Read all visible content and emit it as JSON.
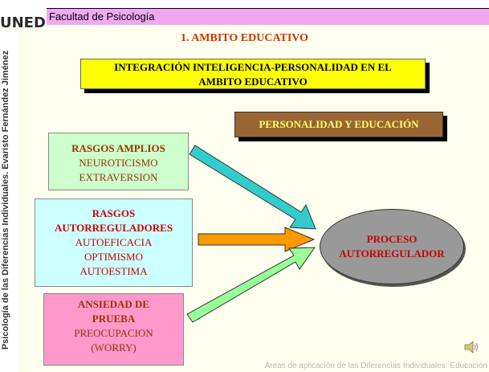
{
  "header": {
    "faculty": "Facultad de Psicología",
    "logo": "UNED"
  },
  "sidebar": {
    "vertical_text": "Psicología de las Diferencias Individuales.  Evaristo Fernández Jiménez"
  },
  "slide": {
    "title": "1. AMBITO EDUCATIVO",
    "subtitle_line1": "INTEGRACIÓN INTELIGENCIA-PERSONALIDAD EN EL",
    "subtitle_line2": "AMBITO EDUCATIVO",
    "section": "PERSONALIDAD Y EDUCACIÓN",
    "box_green": {
      "title": "RASGOS AMPLIOS",
      "items": [
        "NEUROTICISMO",
        "EXTRAVERSION"
      ]
    },
    "box_cyan": {
      "title_line1": "RASGOS",
      "title_line2": "AUTORREGULADORES",
      "items": [
        "AUTOEFICACIA",
        "OPTIMISMO",
        "AUTOESTIMA"
      ]
    },
    "box_pink": {
      "title_line1": "ANSIEDAD DE",
      "title_line2": "PRUEBA",
      "items": [
        "PREOCUPACION",
        "(WORRY)"
      ]
    },
    "target_line1": "PROCESO",
    "target_line2": "AUTORREGULADOR",
    "arrow_colors": {
      "top": "#33cccc",
      "middle": "#ff9900",
      "bottom": "#99ff99"
    }
  },
  "footer": {
    "text": "Áreas de aplicación de las Diferencias Individuales: Educación"
  },
  "icons": {
    "speaker": "speaker-icon"
  }
}
